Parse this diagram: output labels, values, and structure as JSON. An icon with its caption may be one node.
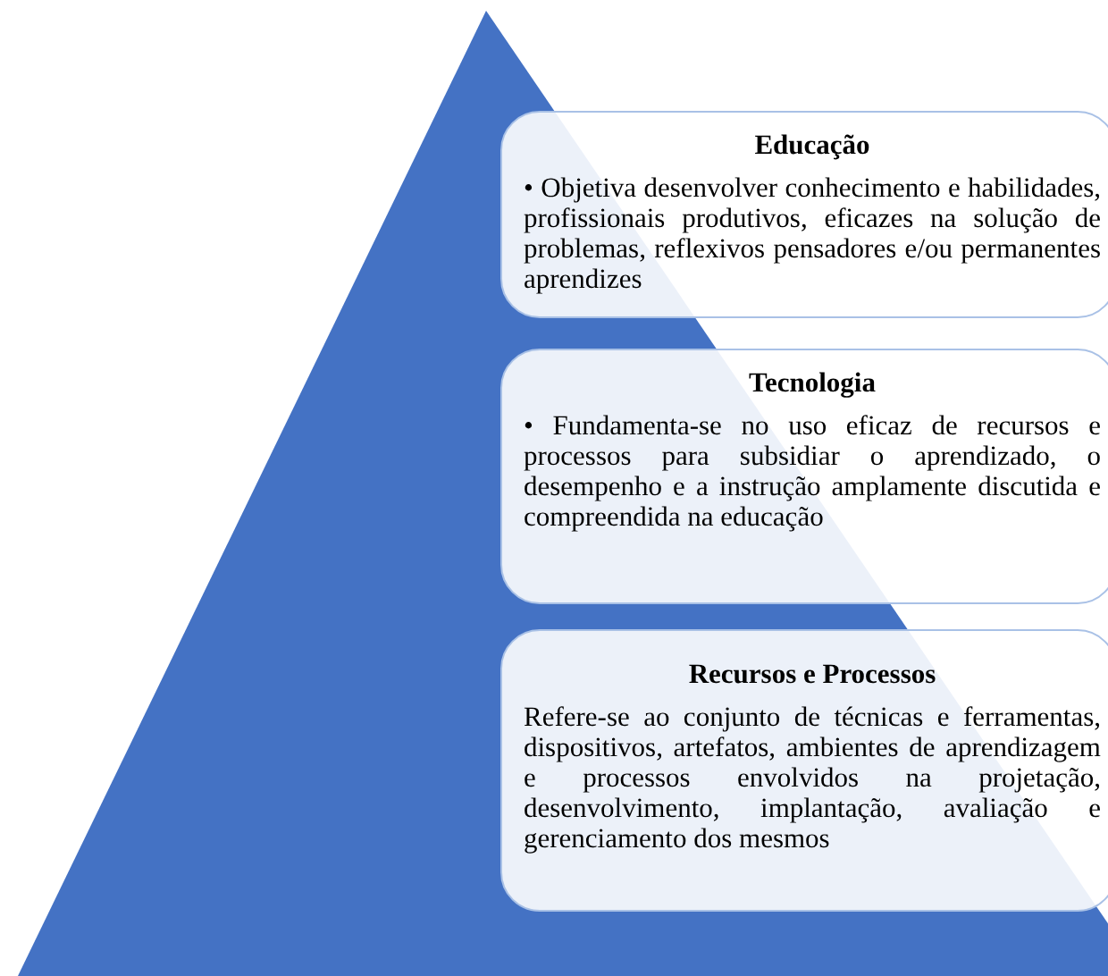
{
  "diagram": {
    "nodes": [
      {
        "text": [
          "Educação",
          "• Objetiva desenvolver conhecimento e habilidades, profissionais produtivos, eficazes na solução de problemas, reflexivos pensadores e/ou permanentes aprendizes"
        ]
      },
      {
        "text": [
          "Tecnologia",
          "• Fundamenta-se no uso eficaz de recursos e processos para subsidiar o aprendizado, o desempenho e a instrução amplamente discutida e compreendida na educação"
        ]
      },
      {
        "text": [
          "Recursos e Processos",
          "Refere-se ao conjunto de técnicas e ferramentas, dispositivos, artefatos, ambientes de aprendizagem e processos envolvidos na projetação, desenvolvimento, implantação, avaliação e gerenciamento dos mesmos"
        ]
      }
    ]
  }
}
